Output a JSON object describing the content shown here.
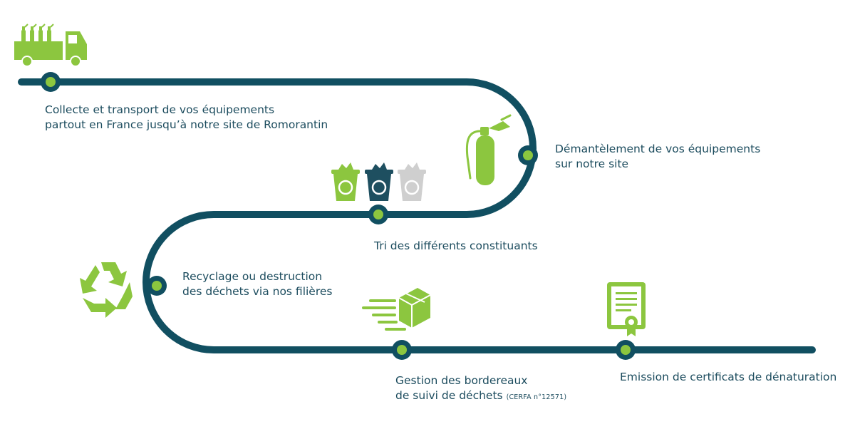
{
  "colors": {
    "path": "#114f61",
    "node_outer": "#114f61",
    "node_inner": "#8cc63f",
    "accent_green": "#8cc63f",
    "bin_dark": "#1e4f60",
    "bin_grey": "#cfcfcf",
    "text": "#1c4c5e"
  },
  "steps": [
    {
      "id": "collecte",
      "lines": [
        "Collecte et transport de vos équipements",
        "partout en France jusqu’à notre site de Romorantin"
      ],
      "icon": "truck-icon"
    },
    {
      "id": "demantelement",
      "lines": [
        "Démantèlement de vos équipements",
        "sur notre site"
      ],
      "icon": "fire-extinguisher-icon"
    },
    {
      "id": "tri",
      "lines": [
        "Tri des différents constituants"
      ],
      "icon": "recycling-bins-icon"
    },
    {
      "id": "recyclage",
      "lines": [
        "Recyclage ou destruction",
        "des déchets via nos filières"
      ],
      "icon": "recycle-icon"
    },
    {
      "id": "gestion",
      "lines": [
        "Gestion des bordereaux",
        "de suivi de déchets "
      ],
      "small": "(CERFA n°12571)",
      "icon": "fast-delivery-box-icon"
    },
    {
      "id": "emission",
      "lines": [
        "Emission de certificats de dénaturation"
      ],
      "icon": "certificate-icon"
    }
  ]
}
